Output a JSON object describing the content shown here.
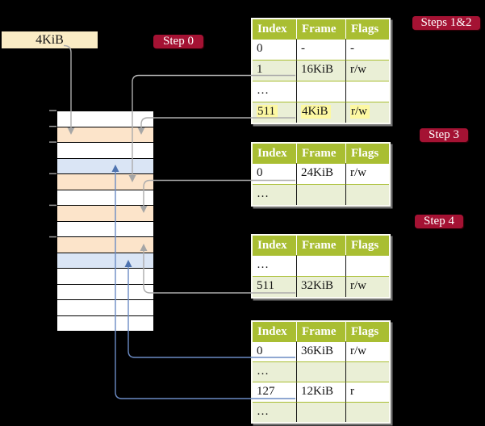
{
  "page_size_box": {
    "label": "4KiB"
  },
  "step_labels": {
    "step0": "Step 0",
    "steps12": "Steps 1&2",
    "step3": "Step 3",
    "step4": "Step 4"
  },
  "memory_stack": {
    "rows": [
      {
        "fill": "white"
      },
      {
        "fill": "peach"
      },
      {
        "fill": "white"
      },
      {
        "fill": "blue"
      },
      {
        "fill": "peach"
      },
      {
        "fill": "white"
      },
      {
        "fill": "peach"
      },
      {
        "fill": "white"
      },
      {
        "fill": "peach"
      },
      {
        "fill": "blue"
      },
      {
        "fill": "white"
      },
      {
        "fill": "white"
      },
      {
        "fill": "white"
      },
      {
        "fill": "white"
      }
    ]
  },
  "page_tables": [
    {
      "name": "page-table-top-level",
      "columns": [
        "Index",
        "Frame",
        "Flags"
      ],
      "rows": [
        {
          "cells": [
            "0",
            "-",
            "-"
          ]
        },
        {
          "cells": [
            "1",
            "16KiB",
            "r/w"
          ]
        },
        {
          "cells": [
            "…",
            "",
            ""
          ]
        },
        {
          "cells": [
            "511",
            "4KiB",
            "r/w"
          ],
          "highlight": true
        }
      ]
    },
    {
      "name": "page-table-step3",
      "columns": [
        "Index",
        "Frame",
        "Flags"
      ],
      "rows": [
        {
          "cells": [
            "0",
            "24KiB",
            "r/w"
          ]
        },
        {
          "cells": [
            "…",
            "",
            ""
          ]
        }
      ]
    },
    {
      "name": "page-table-step4",
      "columns": [
        "Index",
        "Frame",
        "Flags"
      ],
      "rows": [
        {
          "cells": [
            "…",
            "",
            ""
          ]
        },
        {
          "cells": [
            "511",
            "32KiB",
            "r/w"
          ]
        }
      ]
    },
    {
      "name": "page-table-last-level",
      "columns": [
        "Index",
        "Frame",
        "Flags"
      ],
      "rows": [
        {
          "cells": [
            "0",
            "36KiB",
            "r/w"
          ]
        },
        {
          "cells": [
            "…",
            "",
            ""
          ]
        },
        {
          "cells": [
            "127",
            "12KiB",
            "r"
          ]
        },
        {
          "cells": [
            "…",
            "",
            ""
          ]
        }
      ]
    }
  ],
  "colors": {
    "bg": "#000000",
    "label_bg": "#A41233",
    "label_text": "#FFFFFF",
    "box_bg": "#FAECC5",
    "table_header_bg": "#A9BE32",
    "table_row_alt": "#EAEFD6",
    "highlight": "#FDF8A2",
    "frame_peach": "#FCE4CA",
    "frame_blue": "#DAE5F5",
    "line_gray": "#ACACAC",
    "line_blue": "#6B8BC4"
  }
}
